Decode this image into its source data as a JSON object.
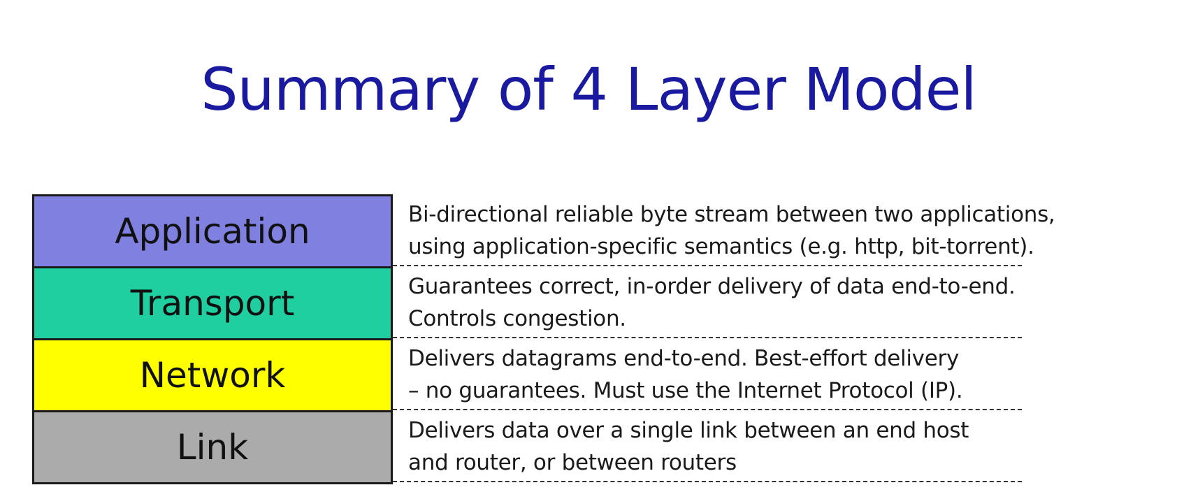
{
  "title": "Summary of 4 Layer Model",
  "colors": {
    "title": "#1a1aa0",
    "application": "#7f80e0",
    "transport": "#20cfa0",
    "network": "#ffff00",
    "link": "#ababab"
  },
  "layers": [
    {
      "name": "Application",
      "description": [
        "Bi-directional reliable byte stream between two applications,",
        "using application-specific semantics (e.g. http, bit-torrent)."
      ]
    },
    {
      "name": "Transport",
      "description": [
        "Guarantees correct, in-order delivery of data end-to-end.",
        "Controls congestion."
      ]
    },
    {
      "name": "Network",
      "description": [
        "Delivers datagrams end-to-end. Best-effort delivery",
        "– no guarantees. Must use the Internet Protocol (IP)."
      ]
    },
    {
      "name": "Link",
      "description": [
        "Delivers data over a single link between an end host",
        "and router, or between routers"
      ]
    }
  ]
}
